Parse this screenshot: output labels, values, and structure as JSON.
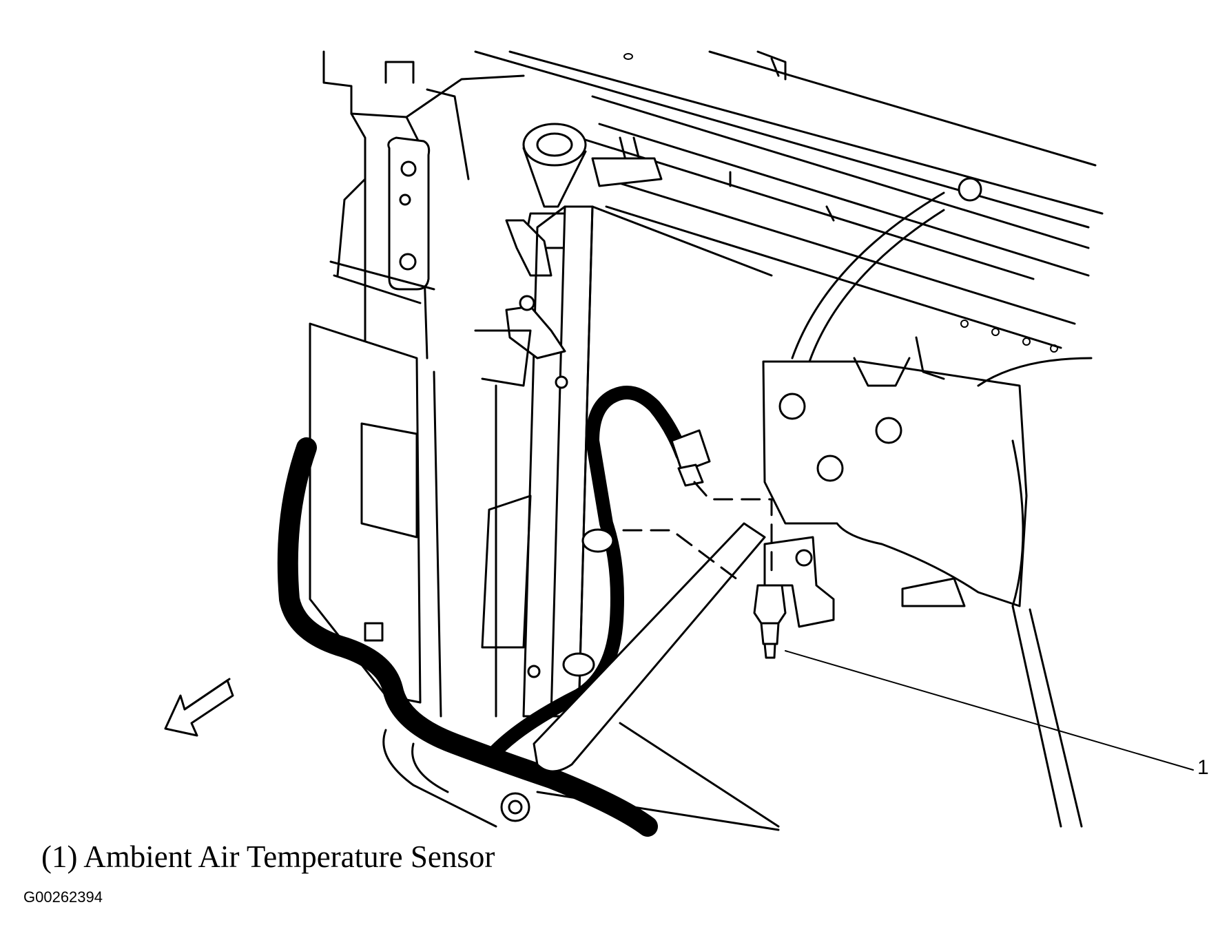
{
  "caption": "(1) Ambient Air Temperature Sensor",
  "figure_id": "G00262394",
  "callouts": [
    {
      "number": "1",
      "part": "Ambient Air Temperature Sensor"
    }
  ],
  "arrow_direction": "front-left"
}
